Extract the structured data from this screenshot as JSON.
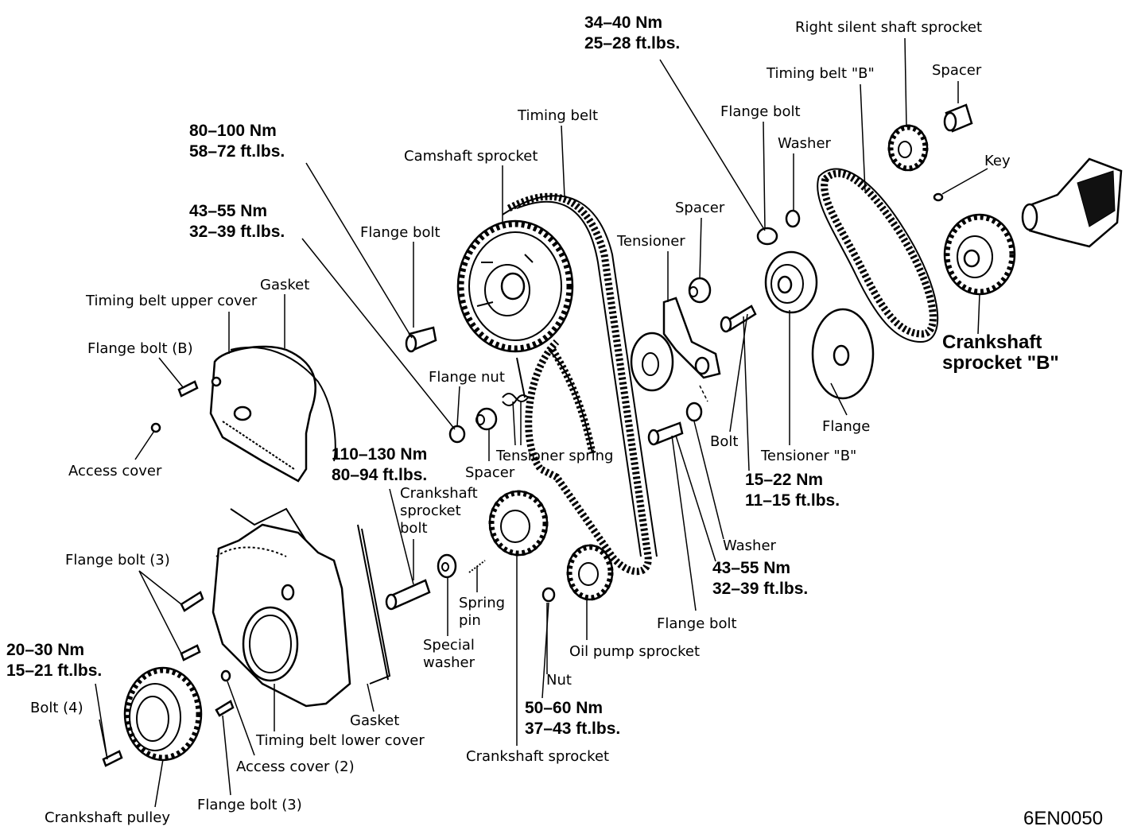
{
  "labels": {
    "right_silent_shaft_sprocket": "Right silent shaft sprocket",
    "timing_belt_b": "Timing belt \"B\"",
    "spacer_top": "Spacer",
    "key": "Key",
    "flange_bolt_top": "Flange bolt",
    "washer_top": "Washer",
    "timing_belt": "Timing belt",
    "camshaft_sprocket": "Camshaft sprocket",
    "spacer_mid": "Spacer",
    "tensioner": "Tensioner",
    "flange_bolt_cam": "Flange bolt",
    "gasket_top": "Gasket",
    "upper_cover": "Timing belt upper cover",
    "flange_bolt_b": "Flange bolt (B)",
    "flange_nut": "Flange nut",
    "access_cover": "Access cover",
    "spacer_low": "Spacer",
    "tensioner_spring": "Tensioner spring",
    "bolt": "Bolt",
    "tensioner_b": "Tensioner \"B\"",
    "flange": "Flange",
    "crank_sprocket_bolt_1": "Crankshaft",
    "crank_sprocket_bolt_2": "sprocket",
    "crank_sprocket_bolt_3": "bolt",
    "flange_bolt_3_upper": "Flange bolt (3)",
    "washer_low": "Washer",
    "spring_pin_1": "Spring",
    "spring_pin_2": "pin",
    "special_washer_1": "Special",
    "special_washer_2": "washer",
    "flange_bolt_low": "Flange bolt",
    "oil_pump_sprocket": "Oil pump sprocket",
    "nut": "Nut",
    "bolt_4": "Bolt (4)",
    "gasket_low": "Gasket",
    "lower_cover": "Timing belt lower cover",
    "crankshaft_sprocket": "Crankshaft sprocket",
    "access_cover_2": "Access cover (2)",
    "flange_bolt_3_lower": "Flange bolt (3)",
    "crankshaft_pulley": "Crankshaft pulley"
  },
  "crank_sprocket_b": {
    "line1": "Crankshaft",
    "line2": "sprocket \"B\""
  },
  "torques": {
    "t1": {
      "nm": "34–40 Nm",
      "ft": "25–28 ft.lbs."
    },
    "t2": {
      "nm": "80–100 Nm",
      "ft": "58–72 ft.lbs."
    },
    "t3": {
      "nm": "43–55 Nm",
      "ft": "32–39 ft.lbs."
    },
    "t4": {
      "nm": "110–130 Nm",
      "ft": "80–94 ft.lbs."
    },
    "t5": {
      "nm": "15–22 Nm",
      "ft": "11–15 ft.lbs."
    },
    "t6": {
      "nm": "43–55 Nm",
      "ft": "32–39 ft.lbs."
    },
    "t7": {
      "nm": "20–30 Nm",
      "ft": "15–21 ft.lbs."
    },
    "t8": {
      "nm": "50–60 Nm",
      "ft": "37–43 ft.lbs."
    }
  },
  "figure_code": "6EN0050"
}
